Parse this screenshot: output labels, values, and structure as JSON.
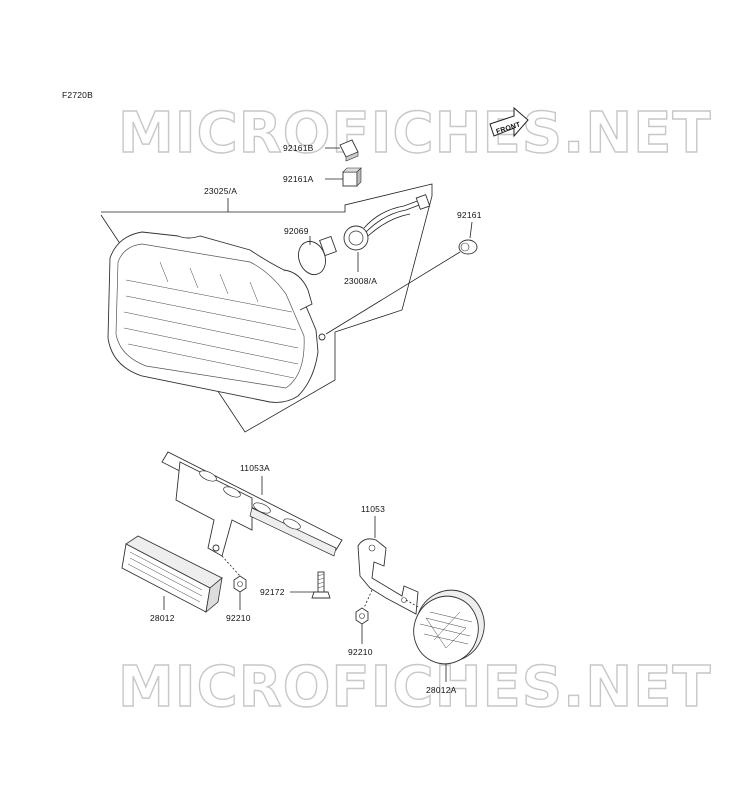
{
  "figure_code": "F2720B",
  "watermark_text": "MICROFICHES.NET",
  "front_label": "FRONT",
  "parts": [
    {
      "id": "92161B",
      "label": "92161B"
    },
    {
      "id": "92161A",
      "label": "92161A"
    },
    {
      "id": "23025A",
      "label": "23025/A"
    },
    {
      "id": "92069",
      "label": "92069"
    },
    {
      "id": "92161",
      "label": "92161"
    },
    {
      "id": "23008A",
      "label": "23008/A"
    },
    {
      "id": "11053A",
      "label": "11053A"
    },
    {
      "id": "11053",
      "label": "11053"
    },
    {
      "id": "92172",
      "label": "92172"
    },
    {
      "id": "28012",
      "label": "28012"
    },
    {
      "id": "92210a",
      "label": "92210"
    },
    {
      "id": "92210b",
      "label": "92210"
    },
    {
      "id": "28012A",
      "label": "28012A"
    }
  ]
}
